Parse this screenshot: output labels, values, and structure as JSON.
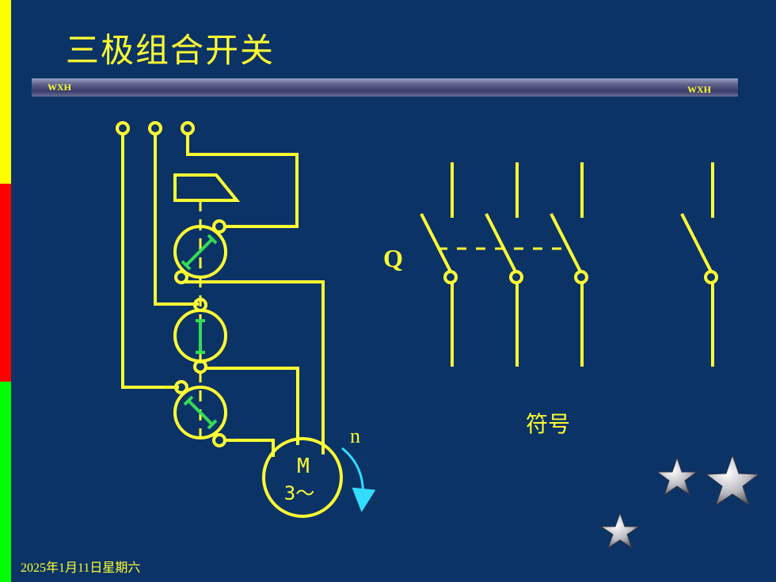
{
  "slide": {
    "title": "三极组合开关",
    "header_left": "WXH",
    "header_right": "WXH",
    "date": "2025年1月11日星期六"
  },
  "diagram": {
    "switch_label": "Q",
    "symbol_caption": "符号",
    "motor_line1": "M",
    "motor_line2": "3～",
    "rotation_label": "n"
  },
  "colors": {
    "background": "#0b3366",
    "wire": "#ffff33",
    "contact": "#33dd55",
    "arrow": "#33ddff"
  }
}
